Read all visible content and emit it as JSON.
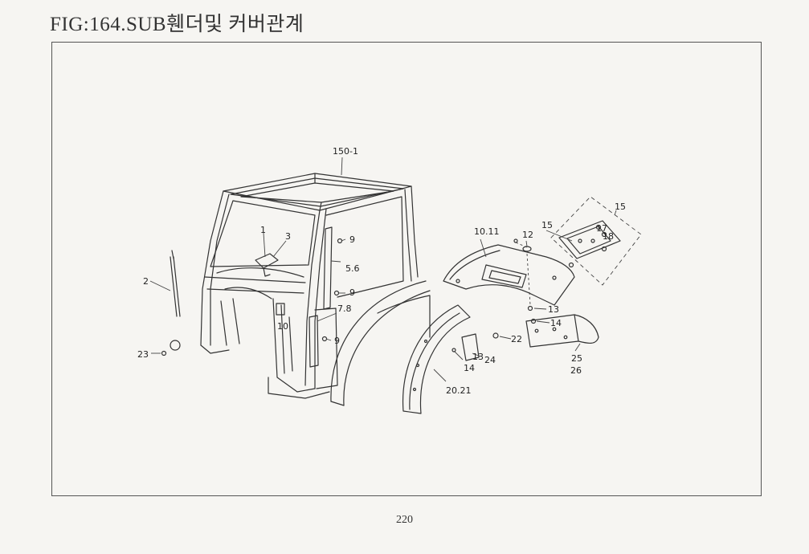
{
  "header": {
    "title": "FIG:164.SUB휀더및 커버관계"
  },
  "callouts": {
    "c150_1": "150-1",
    "c1": "1",
    "c2": "2",
    "c3": "3",
    "c5_6": "5.6",
    "c7_8": "7.8",
    "c9a": "9",
    "c9b": "9",
    "c9c": "9",
    "c10": "10",
    "c10_11": "10.11",
    "c12": "12",
    "c13a": "13",
    "c13b": "13",
    "c14a": "14",
    "c14b": "14",
    "c15a": "15",
    "c15b": "15",
    "c17": "17",
    "c18": "18",
    "c20_21": "20.21",
    "c22": "22",
    "c23": "23",
    "c24": "24",
    "c25": "25",
    "c26": "26"
  },
  "footer": {
    "page_number": "220"
  }
}
